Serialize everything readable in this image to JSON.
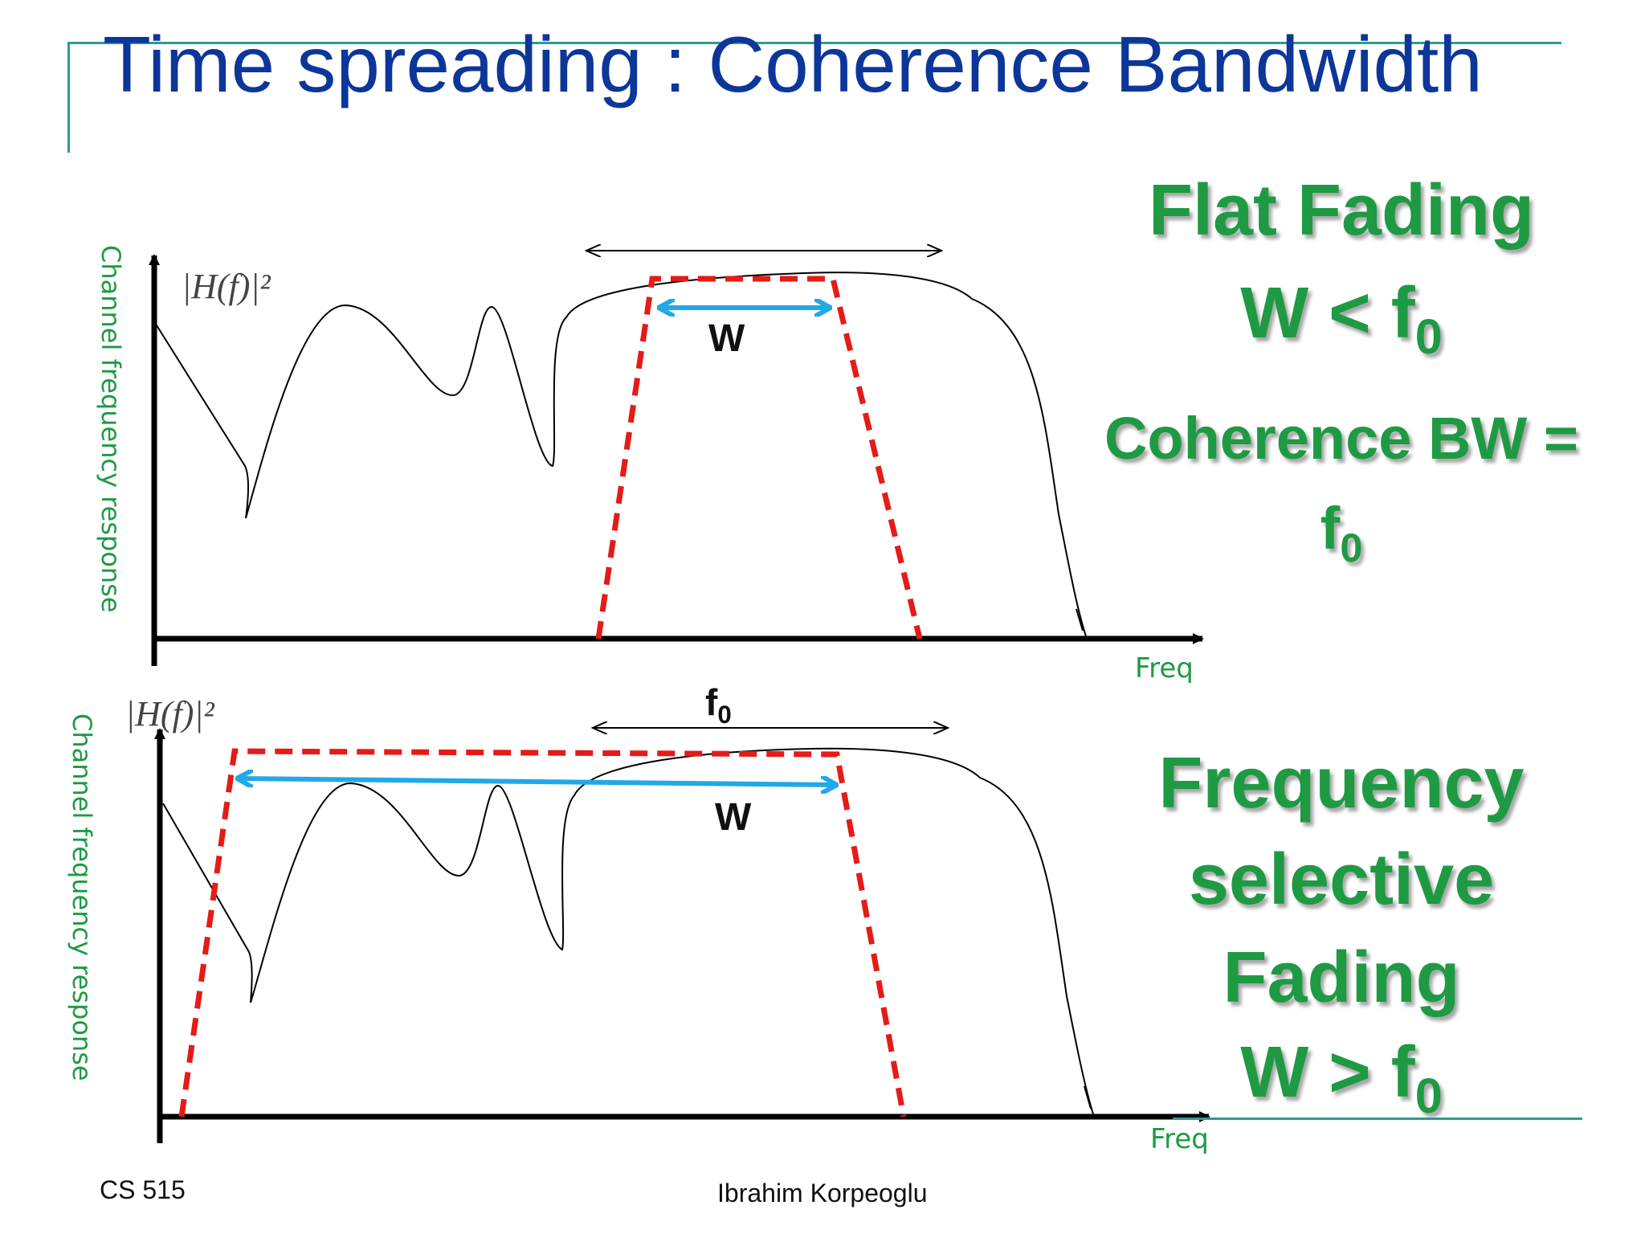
{
  "slide": {
    "title": "Time spreading : Coherence Bandwidth",
    "footer_left": "CS 515",
    "footer_center": "Ibrahim Korpeoglu"
  },
  "top_panel": {
    "y_axis_label": "Channel frequency response",
    "x_axis_label": "Freq",
    "curve_label": "|H(f)|²",
    "signal_width_label": "W",
    "heading": "Flat Fading",
    "relation": "W < f",
    "relation_sub": "0",
    "coherence_line1": "Coherence BW =",
    "coherence_line2": "f",
    "coherence_sub": "0"
  },
  "bottom_panel": {
    "y_axis_label": "Channel frequency response",
    "x_axis_label": "Freq",
    "curve_label": "|H(f)|²",
    "signal_width_label": "W",
    "coherence_label": "f",
    "coherence_label_sub": "0",
    "heading_line1": "Frequency",
    "heading_line2": "selective",
    "heading_line3": "Fading",
    "relation": "W > f",
    "relation_sub": "0"
  },
  "colors": {
    "title": "#0c3699",
    "accent_green": "#1e9a43",
    "signal_red": "#e41b17",
    "width_arrow_blue": "#22a8e6",
    "rule_teal": "#2e9a94"
  }
}
